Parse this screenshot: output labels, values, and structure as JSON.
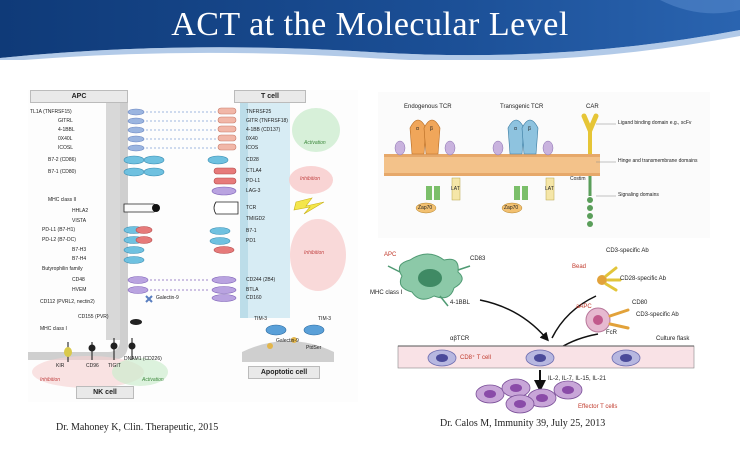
{
  "slide": {
    "title": "ACT at the Molecular Level",
    "colors": {
      "header_dark": "#0f3a78",
      "header_light": "#4a7fc4",
      "accent": "#3b6fb6"
    }
  },
  "left_figure": {
    "apc_header": "APC",
    "tcell_header": "T cell",
    "nk_header": "NK cell",
    "apoptotic_header": "Apoptotic cell",
    "apc_labels": [
      "TL1A (TNFRSF15)",
      "GITRL",
      "4-1BBL",
      "0X40L",
      "ICOSL",
      "B7-2 (CD86)",
      "B7-1 (CD80)",
      "MHC class II",
      "HHLA2",
      "VISTA",
      "PD-L1 (B7-H1)",
      "PD-L2 (B7-DC)",
      "B7-H3",
      "B7-H4",
      "Butyrophilin family",
      "CD48",
      "HVEM"
    ],
    "tcell_labels": [
      "TNFRSF25",
      "GITR (TNFRSF18)",
      "4-1BB (CD137)",
      "0X40",
      "ICOS",
      "CD28",
      "CTLA4",
      "PD-L1",
      "LAG-3",
      "TCR",
      "TMIGD2",
      "B7-1",
      "PD1",
      "CD244 (2B4)",
      "BTLA",
      "CD160"
    ],
    "activation_label": "Activation",
    "inhibition_label": "Inhibition",
    "galectin_label": "Galectin-9",
    "nk_labels": [
      "CD112 (PVRL2, nectin2)",
      "CD155 (PVR)",
      "MHC class I"
    ],
    "nk_receptors": [
      "KIR",
      "CD96",
      "TIGIT",
      "DNAM1 (CD226)"
    ],
    "apoptotic_labels": [
      "TIM-3",
      "TIM-3",
      "Galectin-9",
      "PtdSer"
    ],
    "nk_activation_label": "Activation",
    "nk_inhibition_label": "Inhibition",
    "caption": "Dr. Mahoney K, Clin. Therapeutic, 2015"
  },
  "tcr_figure": {
    "titles": [
      "Endogenous TCR",
      "Transgenic TCR",
      "CAR"
    ],
    "legend": [
      "Ligand binding domain e.g., scFv",
      "Hinge and transmembrane domains",
      "Costim",
      "Signaling domains"
    ],
    "chains": [
      "α",
      "β"
    ],
    "zap_label": "Zap70",
    "lat_label": "LAT"
  },
  "act_figure": {
    "labels": {
      "apc": "APC",
      "cd83": "CD83",
      "mhc": "MHC class I",
      "bb": "4-1BBL",
      "cd3ab": "CD3-specific Ab",
      "bead": "Bead",
      "cd28ab": "CD28-specific Ab",
      "aapc": "aAPC",
      "cd80": "CD80",
      "cd3ab2": "CD3-specific Ab",
      "fcr": "FcR",
      "abtcr": "αβTCR",
      "cd8": "CD8⁺ T cell",
      "flask": "Culture flask",
      "ils": "IL-2, IL-7, IL-15, IL-21",
      "effector": "Effector T cells"
    },
    "caption": "Dr. Calos M,  Immunity 39, July 25, 2013"
  }
}
